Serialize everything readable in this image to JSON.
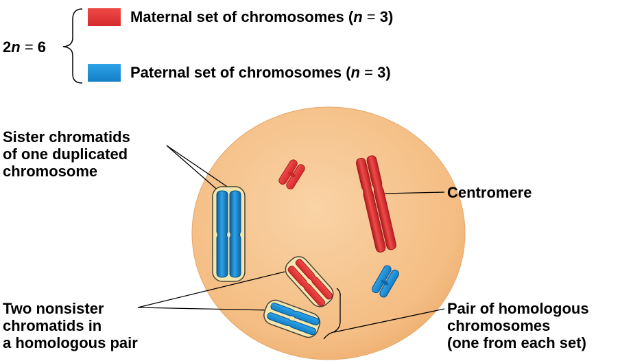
{
  "legend": {
    "ploidy": {
      "prefix": "2",
      "var": "n",
      "eq": " = ",
      "value": "6"
    },
    "maternal": {
      "text": "Maternal set of chromosomes (",
      "var": "n",
      "eq": " = ",
      "value": "3",
      "close": ")",
      "color": "#e8383a"
    },
    "paternal": {
      "text": "Paternal set of chromosomes (",
      "var": "n",
      "eq": " = ",
      "value": "3",
      "close": ")",
      "color": "#1b8fd6"
    }
  },
  "labels": {
    "sister_chromatids": "Sister chromatids\nof one duplicated\nchromosome",
    "centromere": "Centromere",
    "nonsister": "Two nonsister\nchromatids in\na homologous pair",
    "homologous_pair": "Pair of homologous\nchromosomes\n(one from each set)"
  },
  "colors": {
    "cell_fill": "#f6c48c",
    "cell_edge": "#e9a86a",
    "maternal": "#e8383a",
    "maternal_dark": "#b51e22",
    "paternal": "#1b8fd6",
    "paternal_dark": "#0e5f9a",
    "outline": "#4a4235",
    "outline_fill": "#f3e7b0"
  }
}
